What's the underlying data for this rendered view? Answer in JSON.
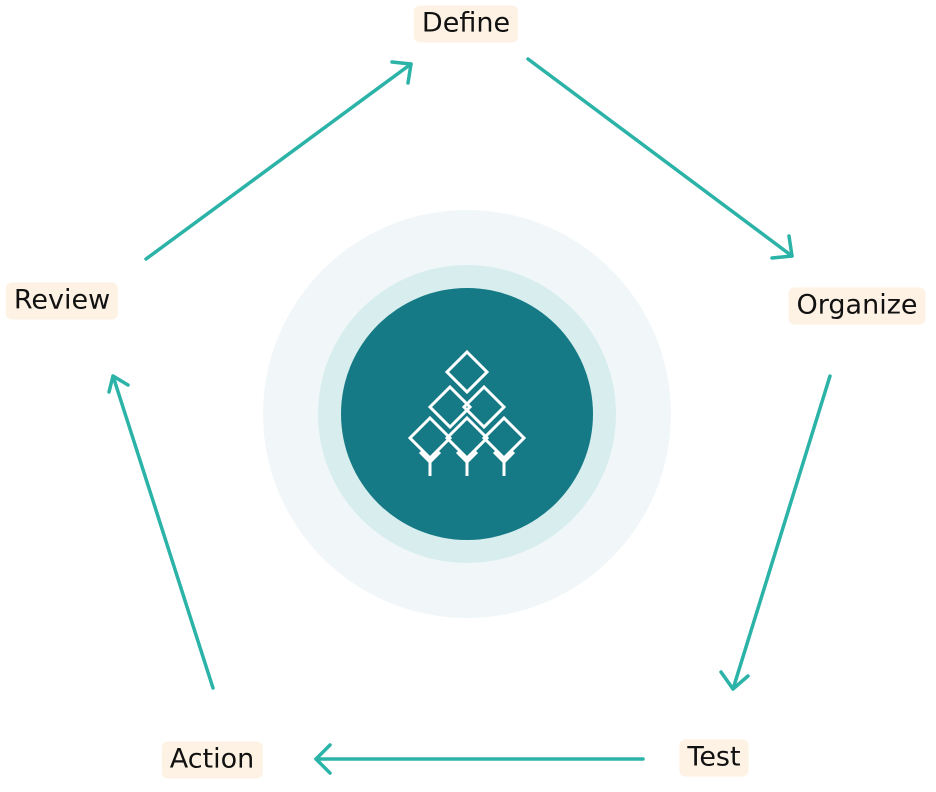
{
  "steps": [
    {
      "id": "define",
      "label": "Define"
    },
    {
      "id": "organize",
      "label": "Organize"
    },
    {
      "id": "test",
      "label": "Test"
    },
    {
      "id": "action",
      "label": "Action"
    },
    {
      "id": "review",
      "label": "Review"
    }
  ],
  "center": {
    "icon": "network-tree-icon"
  },
  "colors": {
    "arrow": "#2bb3a8",
    "outer_ring": "#f1f7f9",
    "middle_ring": "#d8eeee",
    "core": "#157a85",
    "icon": "#ffffff",
    "label_bg": "#fdf2e3",
    "label_text": "#111111"
  }
}
